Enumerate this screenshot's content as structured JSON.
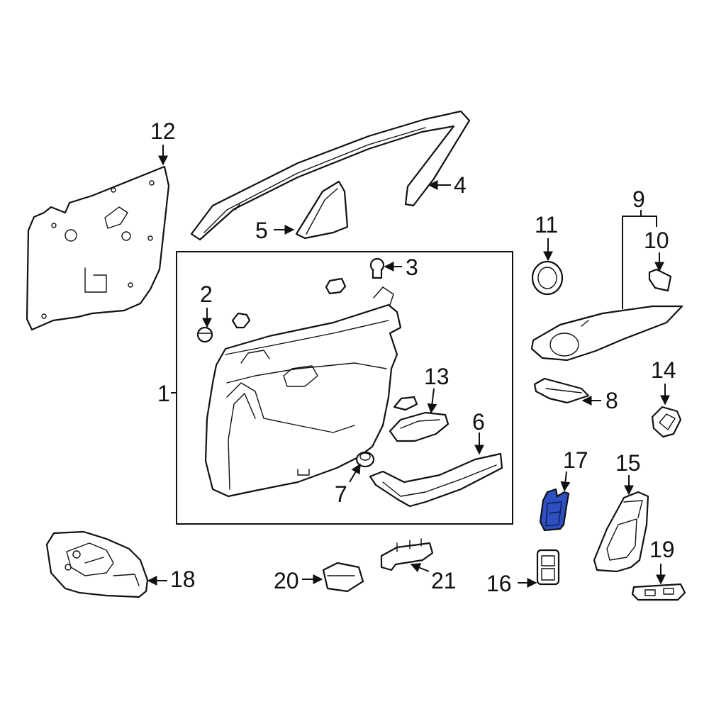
{
  "callouts": {
    "c1": "1",
    "c2": "2",
    "c3": "3",
    "c4": "4",
    "c5": "5",
    "c6": "6",
    "c7": "7",
    "c8": "8",
    "c9": "9",
    "c10": "10",
    "c11": "11",
    "c12": "12",
    "c13": "13",
    "c14": "14",
    "c15": "15",
    "c16": "16",
    "c17": "17",
    "c18": "18",
    "c19": "19",
    "c20": "20",
    "c21": "21"
  },
  "colors": {
    "highlight": "#2d4fbf",
    "line": "#111111",
    "background": "#ffffff"
  },
  "highlighted_part": "17"
}
